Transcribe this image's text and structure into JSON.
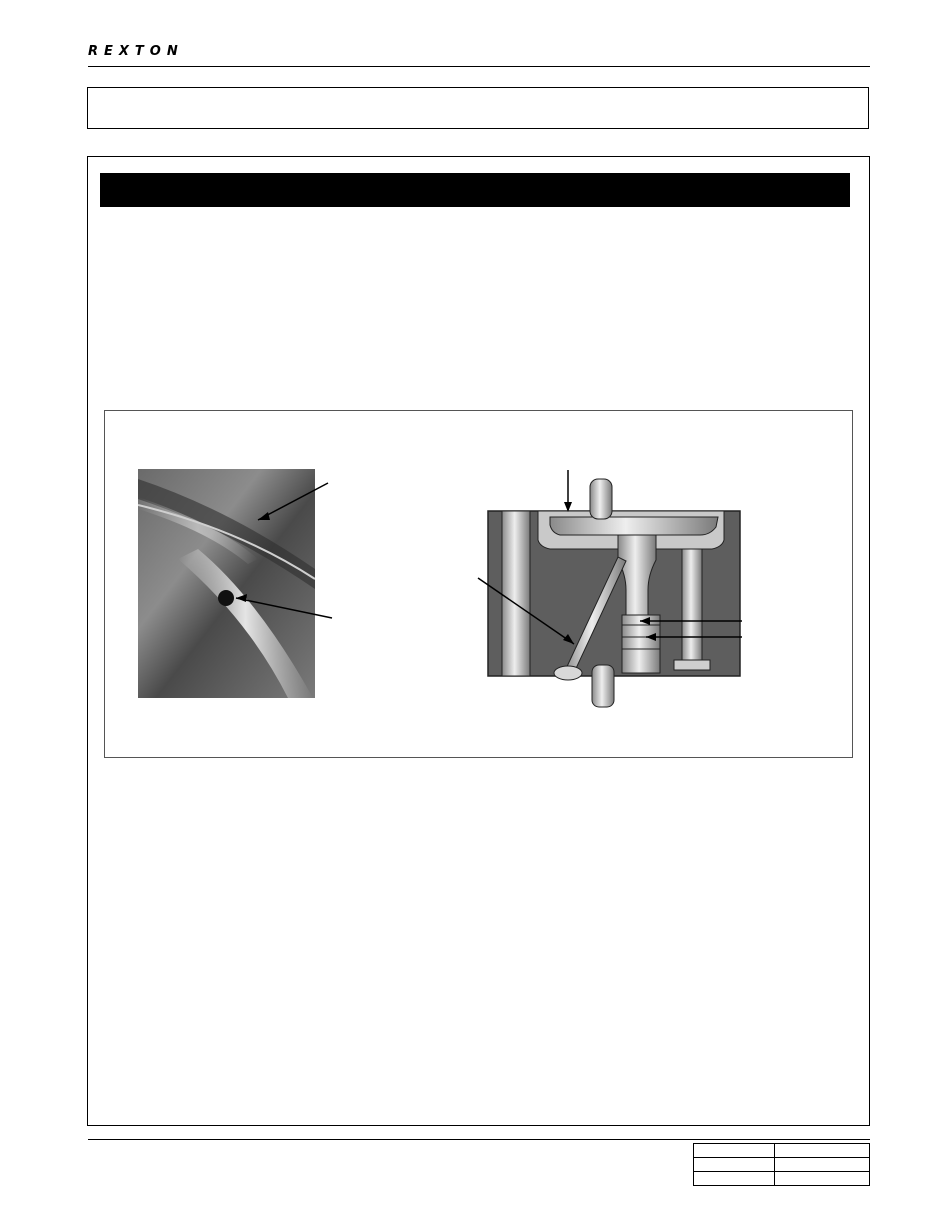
{
  "header": {
    "logo_text": "REXTON",
    "title": ""
  },
  "section": {
    "heading": ""
  },
  "figure": {
    "photo_name": "valve-face-photo",
    "diagram_name": "valve-cross-section-diagram"
  },
  "footer": {
    "cells": [
      "",
      "",
      "",
      "",
      "",
      ""
    ]
  },
  "colors": {
    "ink": "#000000",
    "bar": "#000000",
    "metal_dark": "#5a5a5a",
    "metal_light": "#d9d9d9"
  }
}
